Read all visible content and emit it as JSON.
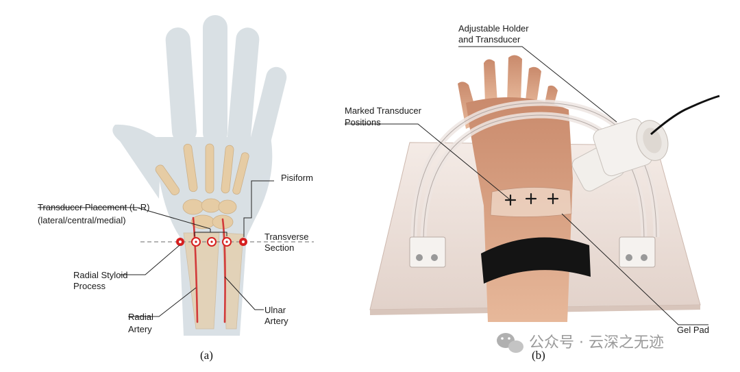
{
  "panel_a": {
    "caption": "(a)",
    "labels": {
      "transducer_placement_line1": "Transducer Placement (L-R)",
      "transducer_placement_line2": "(lateral/central/medial)",
      "pisiform": "Pisiform",
      "transverse_line1": "Transverse",
      "transverse_line2": "Section",
      "radial_styloid_line1": "Radial Styloid",
      "radial_styloid_line2": "Process",
      "radial_artery_line1": "Radial",
      "radial_artery_line2": "Artery",
      "ulnar_artery_line1": "Ulnar",
      "ulnar_artery_line2": "Artery"
    }
  },
  "panel_b": {
    "caption": "(b)",
    "labels": {
      "holder_line1": "Adjustable Holder",
      "holder_line2": "and Transducer",
      "marked_line1": "Marked Transducer",
      "marked_line2": "Positions",
      "gel_pad": "Gel Pad"
    }
  },
  "watermark": {
    "text": "公众号 · 云深之无迹"
  },
  "colors": {
    "marker_red": "#d62020",
    "artery_red": "#d23a3a",
    "bone": "#e9c99a",
    "hand": "#d5dde2",
    "strap": "#141414"
  }
}
